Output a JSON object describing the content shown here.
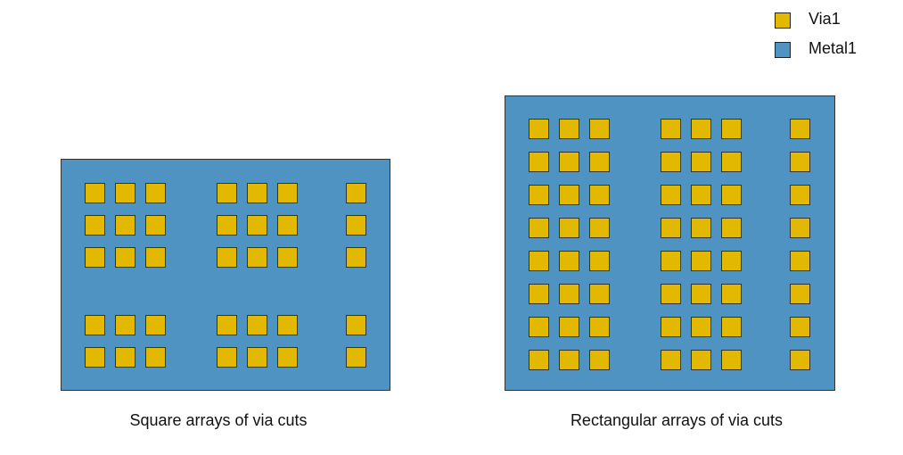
{
  "colors": {
    "via1": "#E3B800",
    "metal1": "#4E93C2",
    "outline": "#333333"
  },
  "legend": {
    "items": [
      {
        "label": "Via1",
        "color": "#E3B800"
      },
      {
        "label": "Metal1",
        "color": "#4E93C2"
      }
    ]
  },
  "diagrams": {
    "square": {
      "caption": "Square arrays of via cuts",
      "via_groups": [
        {
          "rows": 3,
          "cols": 3
        },
        {
          "rows": 3,
          "cols": 3
        },
        {
          "rows": 3,
          "cols": 1
        },
        {
          "rows": 2,
          "cols": 3
        },
        {
          "rows": 2,
          "cols": 3
        },
        {
          "rows": 2,
          "cols": 1
        }
      ]
    },
    "rectangular": {
      "caption": "Rectangular arrays of via cuts",
      "via_groups": [
        {
          "rows": 8,
          "cols": 3
        },
        {
          "rows": 8,
          "cols": 3
        },
        {
          "rows": 8,
          "cols": 1
        }
      ]
    }
  }
}
